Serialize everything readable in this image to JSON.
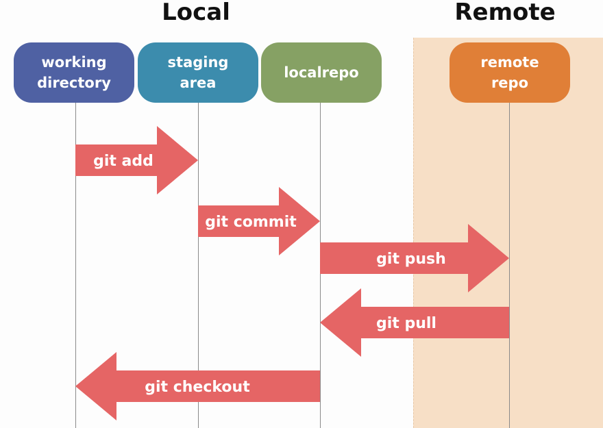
{
  "headers": {
    "local": "Local",
    "remote": "Remote"
  },
  "nodes": [
    {
      "key": "working_directory",
      "label": "working\ndirectory",
      "color": "#4f61a3"
    },
    {
      "key": "staging_area",
      "label": "staging\narea",
      "color": "#3c8cad"
    },
    {
      "key": "local_repo",
      "label": "localrepo",
      "color": "#86a164"
    },
    {
      "key": "remote_repo",
      "label": "remote\nrepo",
      "color": "#e07f37"
    }
  ],
  "commands": [
    {
      "label": "git add",
      "from": "working_directory",
      "to": "staging_area"
    },
    {
      "label": "git commit",
      "from": "staging_area",
      "to": "local_repo"
    },
    {
      "label": "git push",
      "from": "local_repo",
      "to": "remote_repo"
    },
    {
      "label": "git pull",
      "from": "remote_repo",
      "to": "local_repo"
    },
    {
      "label": "git checkout",
      "from": "local_repo",
      "to": "working_directory"
    }
  ],
  "colors": {
    "arrow": "#e56565",
    "remote_zone": "#f7dfc6",
    "lifeline": "#8a8a8a"
  }
}
